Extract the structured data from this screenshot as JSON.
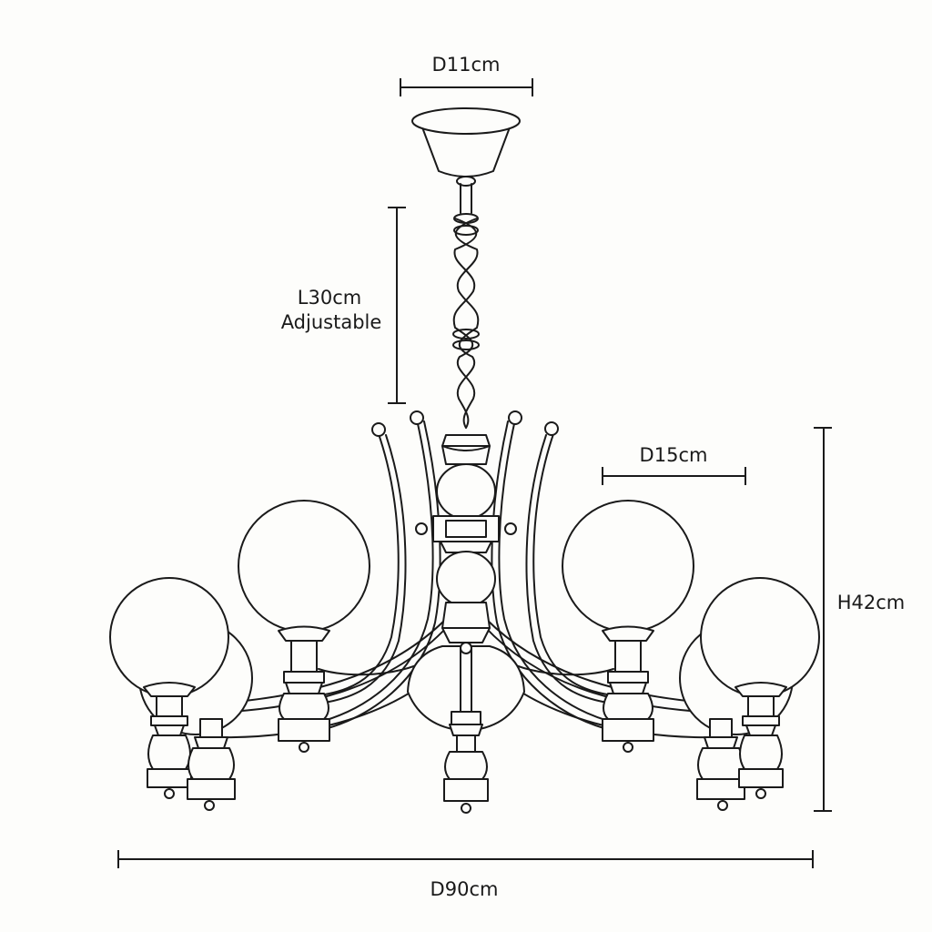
{
  "dimensions": {
    "canopy_diameter": "D11cm",
    "rod_length": "L30cm",
    "rod_note": "Adjustable",
    "globe_diameter": "D15cm",
    "height": "H42cm",
    "overall_diameter": "D90cm"
  }
}
